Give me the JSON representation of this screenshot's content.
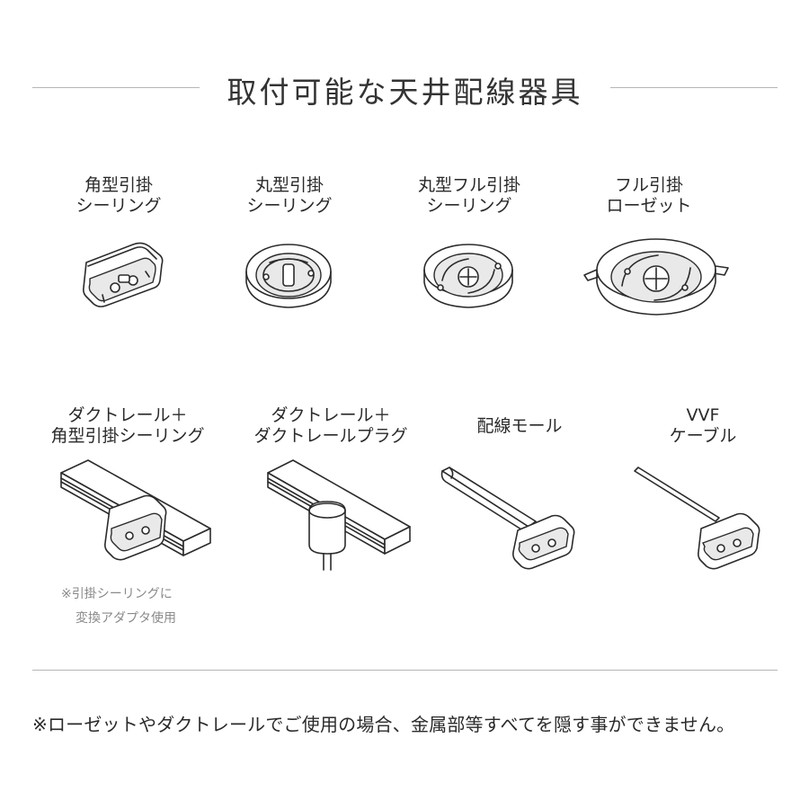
{
  "title": "取付可能な天井配線器具",
  "items_row1": [
    {
      "line1": "角型引掛",
      "line2": "シーリング",
      "icon": "square-ceiling-hook-icon"
    },
    {
      "line1": "丸型引掛",
      "line2": "シーリング",
      "icon": "round-ceiling-hook-icon"
    },
    {
      "line1": "丸型フル引掛",
      "line2": "シーリング",
      "icon": "round-full-ceiling-hook-icon"
    },
    {
      "line1": "フル引掛",
      "line2": "ローゼット",
      "icon": "full-hook-rosette-icon"
    }
  ],
  "items_row2": [
    {
      "line1": "ダクトレール＋",
      "line2": "角型引掛シーリング",
      "icon": "duct-rail-square-ceiling-icon"
    },
    {
      "line1": "ダクトレール＋",
      "line2": "ダクトレールプラグ",
      "icon": "duct-rail-plug-icon"
    },
    {
      "line1": "配線モール",
      "line2": "",
      "icon": "wiring-molding-icon"
    },
    {
      "line1": "VVF",
      "line2": "ケーブル",
      "icon": "vvf-cable-icon"
    }
  ],
  "note": {
    "line1": "※引掛シーリングに",
    "line2": "変換アダプタ使用"
  },
  "footer": "※ローゼットやダクトレールでご使用の場合、金属部等すべてを隠す事ができません。"
}
